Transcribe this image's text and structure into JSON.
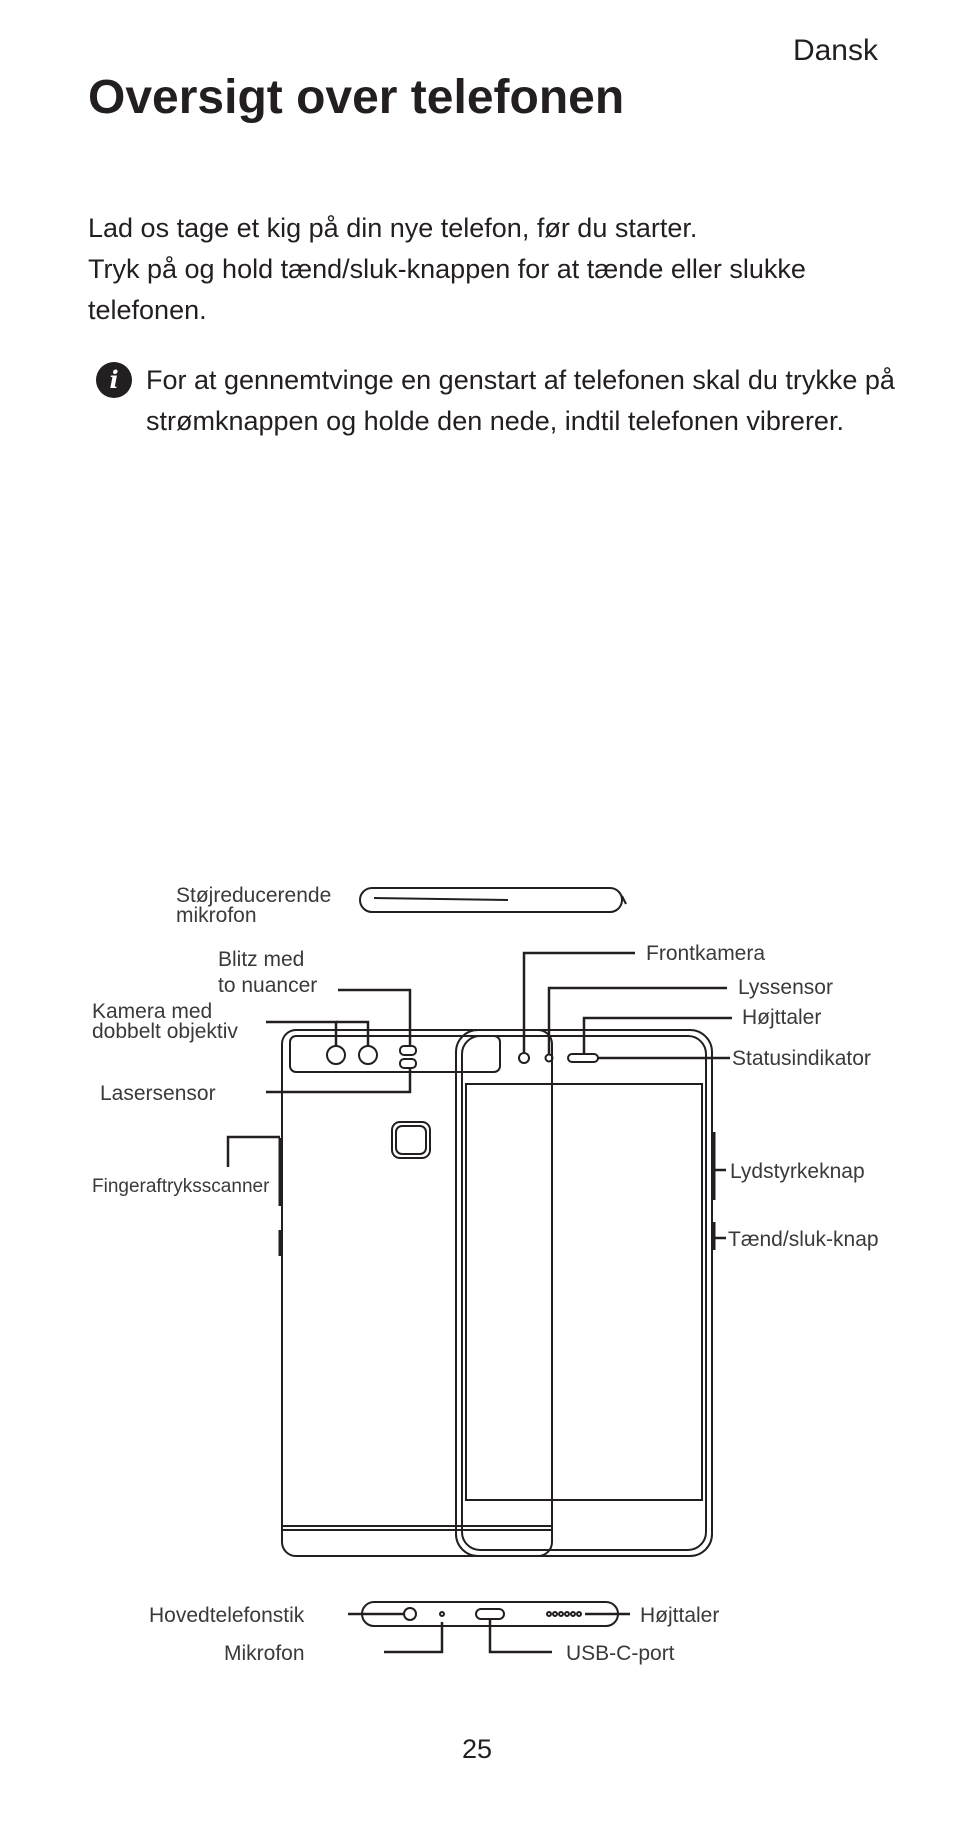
{
  "header": {
    "language": "Dansk"
  },
  "title": "Oversigt over telefonen",
  "intro": [
    "Lad os tage et kig på din nye telefon, før du starter.",
    "Tryk på og hold tænd/sluk-knappen for at tænde eller slukke telefonen."
  ],
  "note": {
    "icon": "info-icon",
    "text": "For at gennemtvinge en genstart af telefonen skal du trykke på strømknappen og holde den nede, indtil telefonen vibrerer."
  },
  "diagram": {
    "labels": {
      "noise_mic_1": "Støjreducerende",
      "noise_mic_2": "mikrofon",
      "flash_1": "Blitz med",
      "flash_2": "to nuancer",
      "camera_1": "Kamera med",
      "camera_2": "dobbelt objektiv",
      "laser": "Lasersensor",
      "fingerprint": "Fingeraftryksscanner",
      "front_camera": "Frontkamera",
      "light_sensor": "Lyssensor",
      "speaker_top": "Højttaler",
      "status": "Statusindikator",
      "volume": "Lydstyrkeknap",
      "power": "Tænd/sluk-knap",
      "headset": "Hovedtelefonstik",
      "speaker_bottom": "Højttaler",
      "microphone": "Mikrofon",
      "usb": "USB-C-port"
    }
  },
  "page_number": "25"
}
